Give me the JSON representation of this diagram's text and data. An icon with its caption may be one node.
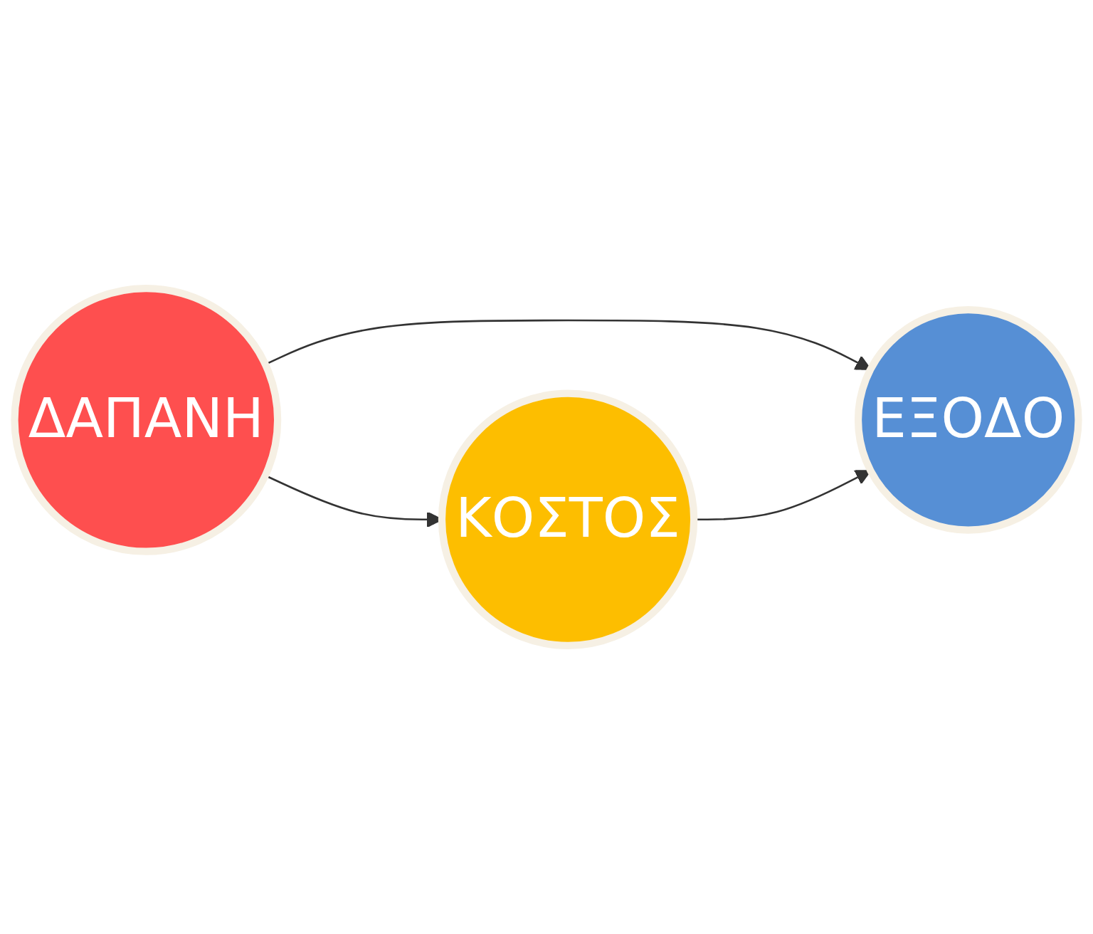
{
  "diagram": {
    "nodes": [
      {
        "text": [
          "ΔΑΠΑΝΗ"
        ]
      },
      {
        "text": [
          "ΚΟΣΤΟΣ"
        ]
      },
      {
        "text": [
          "ΕΞΟΔΟ"
        ]
      }
    ],
    "edges": [
      {
        "from": 0,
        "to": 1,
        "arrow": "to"
      },
      {
        "from": 0,
        "to": 2,
        "arrow": "to"
      },
      {
        "from": 1,
        "to": 2,
        "arrow": "to"
      }
    ]
  }
}
